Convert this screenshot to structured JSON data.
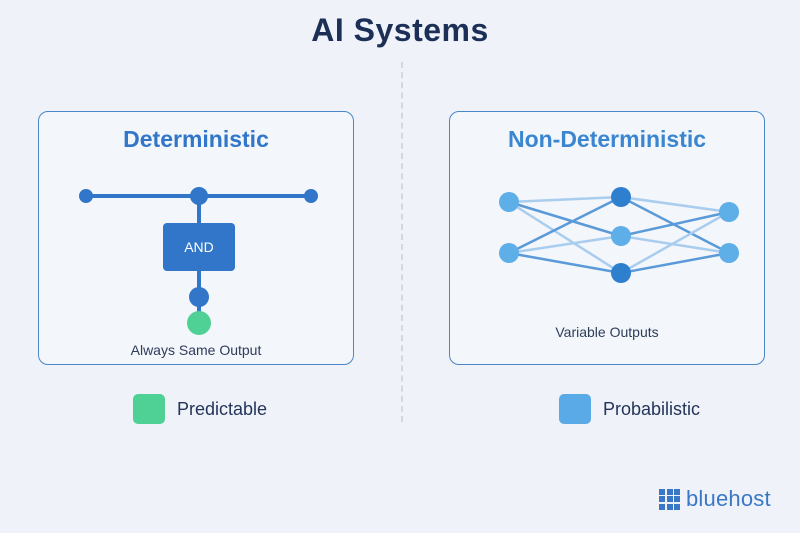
{
  "title": "AI Systems",
  "panels": {
    "deterministic": {
      "title": "Deterministic",
      "gate_label": "AND",
      "caption": "Always Same Output"
    },
    "non_deterministic": {
      "title": "Non-Deterministic",
      "caption": "Variable Outputs"
    }
  },
  "legend": [
    {
      "label": "Predictable",
      "color": "#4fd195",
      "icon": "green-square-icon"
    },
    {
      "label": "Probabilistic",
      "color": "#5aaae8",
      "icon": "blue-square-icon"
    }
  ],
  "brand": {
    "name": "bluehost",
    "icon": "bluehost-grid-icon",
    "color": "#3a78c6"
  },
  "colors": {
    "title": "#1b2f57",
    "accent": "#3176c8",
    "output_node": "#4fd195",
    "light_node": "#5eaee8",
    "dark_node": "#2f7fcf"
  }
}
